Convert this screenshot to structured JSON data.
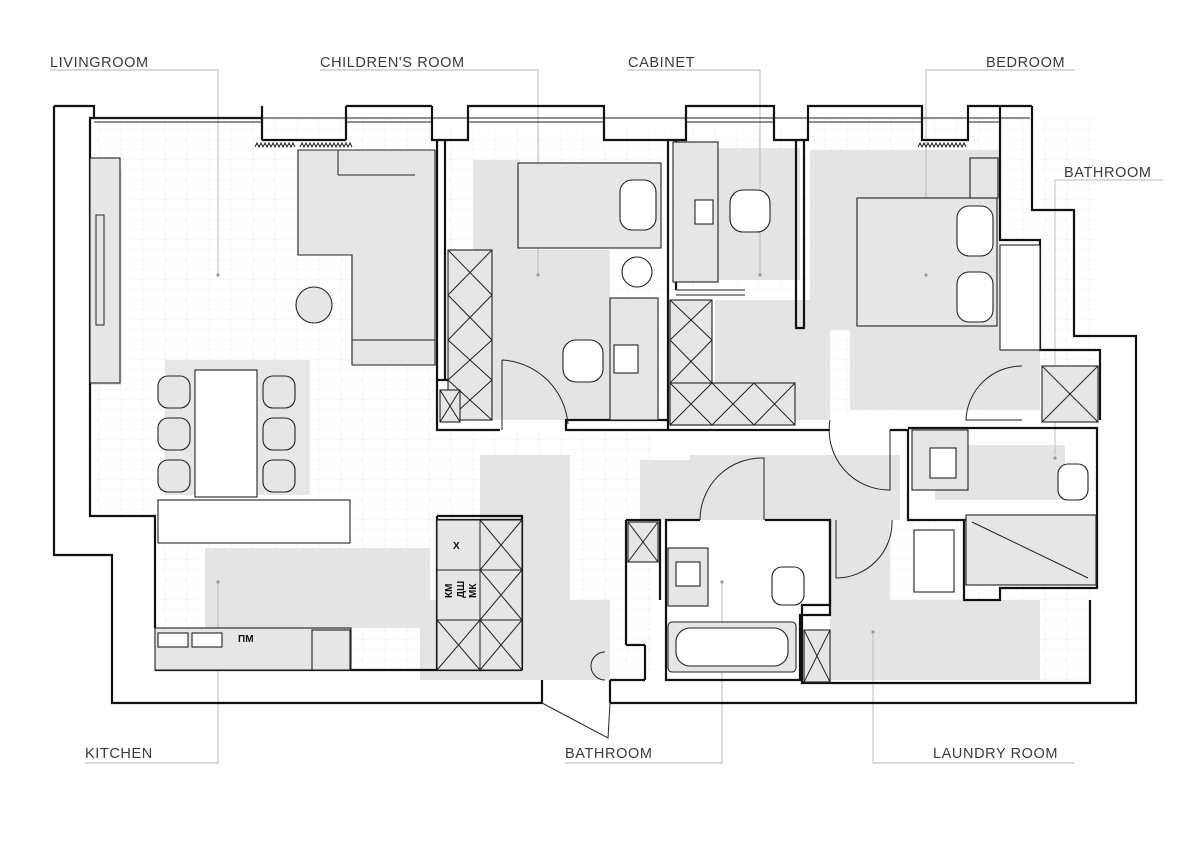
{
  "rooms": {
    "livingroom": "LIVINGROOM",
    "childrens_room": "CHILDREN'S ROOM",
    "cabinet": "CABINET",
    "bedroom": "BEDROOM",
    "bathroom_right": "BATHROOM",
    "kitchen": "KITCHEN",
    "bathroom_bottom": "BATHROOM",
    "laundry_room": "LAUNDRY ROOM"
  },
  "marks": {
    "fridge": "Х",
    "km": "КМ",
    "dsh": "ДШ",
    "mk": "МК",
    "pm": "ПМ"
  },
  "colors": {
    "wall": "#111111",
    "fill": "#e4e4e4",
    "label": "#3a3a3a",
    "leader": "#b5b5b5"
  }
}
